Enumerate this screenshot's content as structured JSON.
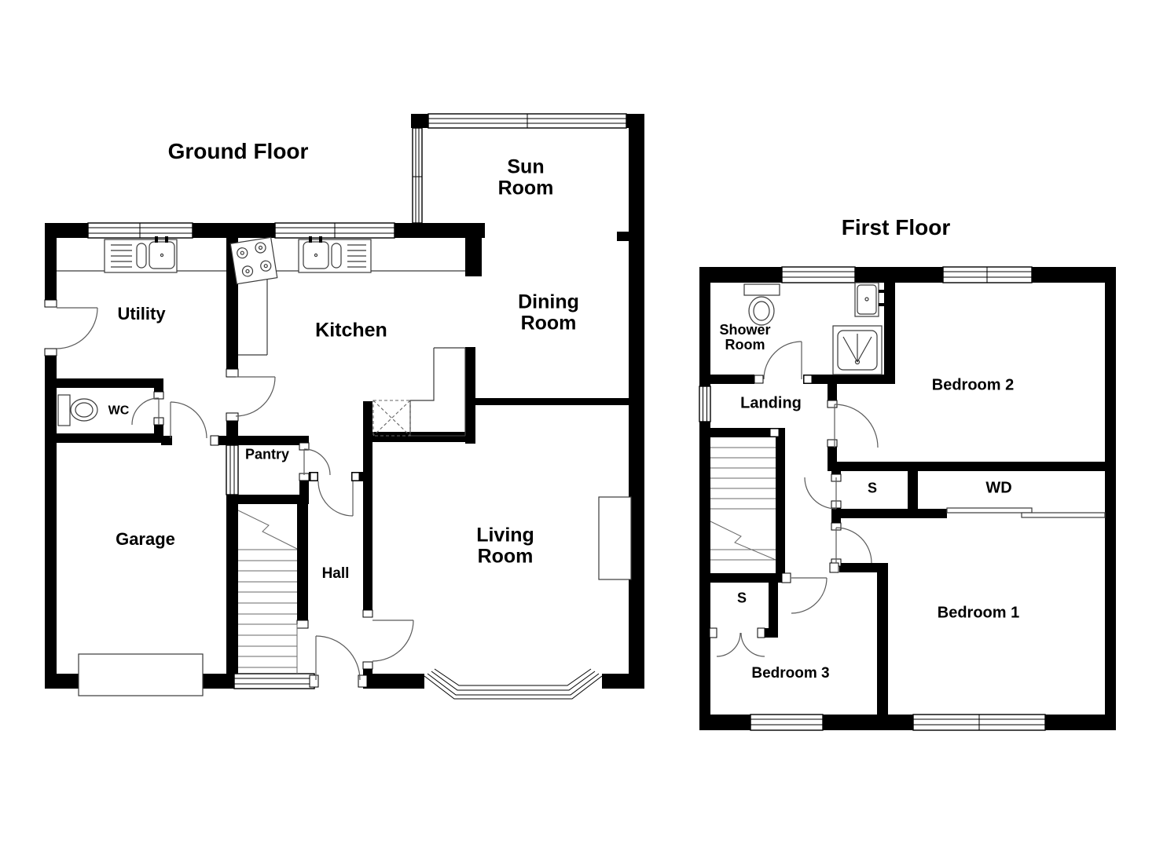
{
  "plan": {
    "background": "#ffffff",
    "wall_color": "#000000",
    "ground_floor": {
      "title": "Ground Floor",
      "labels": {
        "sun_room": "Sun\nRoom",
        "dining_room": "Dining\nRoom",
        "kitchen": "Kitchen",
        "utility": "Utility",
        "wc": "WC",
        "pantry": "Pantry",
        "garage": "Garage",
        "hall": "Hall",
        "living_room": "Living\nRoom"
      }
    },
    "first_floor": {
      "title": "First Floor",
      "labels": {
        "shower_room": "Shower\nRoom",
        "landing": "Landing",
        "bedroom_2": "Bedroom 2",
        "storage_1": "S",
        "wardrobe": "WD",
        "bedroom_1": "Bedroom 1",
        "storage_2": "S",
        "bedroom_3": "Bedroom 3"
      }
    }
  }
}
